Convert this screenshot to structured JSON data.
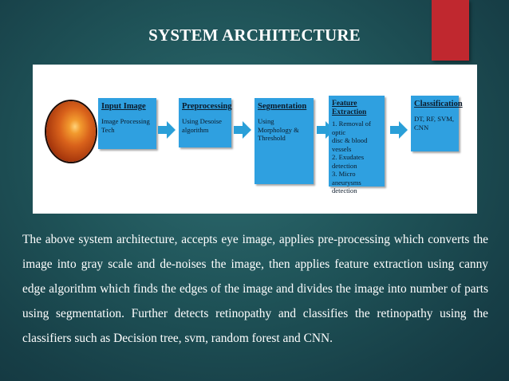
{
  "slide": {
    "title": "SYSTEM ARCHITECTURE",
    "accent_color": "#c0282f",
    "description": "The above system architecture, accepts eye image,  applies pre-processing which converts the image into gray scale and de-noises the image, then applies feature extraction using canny edge algorithm which finds the edges of the image and divides the image into number of parts using segmentation. Further detects retinopathy and classifies the retinopathy using the classifiers such as Decision tree, svm, random forest and CNN."
  },
  "diagram": {
    "box_color": "#2fa0e0",
    "arrow_color": "#2a9fd8",
    "input_image": "retina-fundus-image",
    "stages": [
      {
        "title": "Input Image",
        "desc": "Image Processing\nTech"
      },
      {
        "title": "Preprocessing",
        "desc": "Using Desoise\nalgorithm"
      },
      {
        "title": "Segmentation",
        "desc": "Using\nMorphology &\nThreshold"
      },
      {
        "title": "Feature Extraction",
        "desc": "1. Removal of optic\ndisc & blood vessels\n2. Exudates detection\n3. Micro aneurysms\ndetection"
      },
      {
        "title": "Classification",
        "desc": "DT, RF, SVM,\nCNN"
      }
    ]
  }
}
